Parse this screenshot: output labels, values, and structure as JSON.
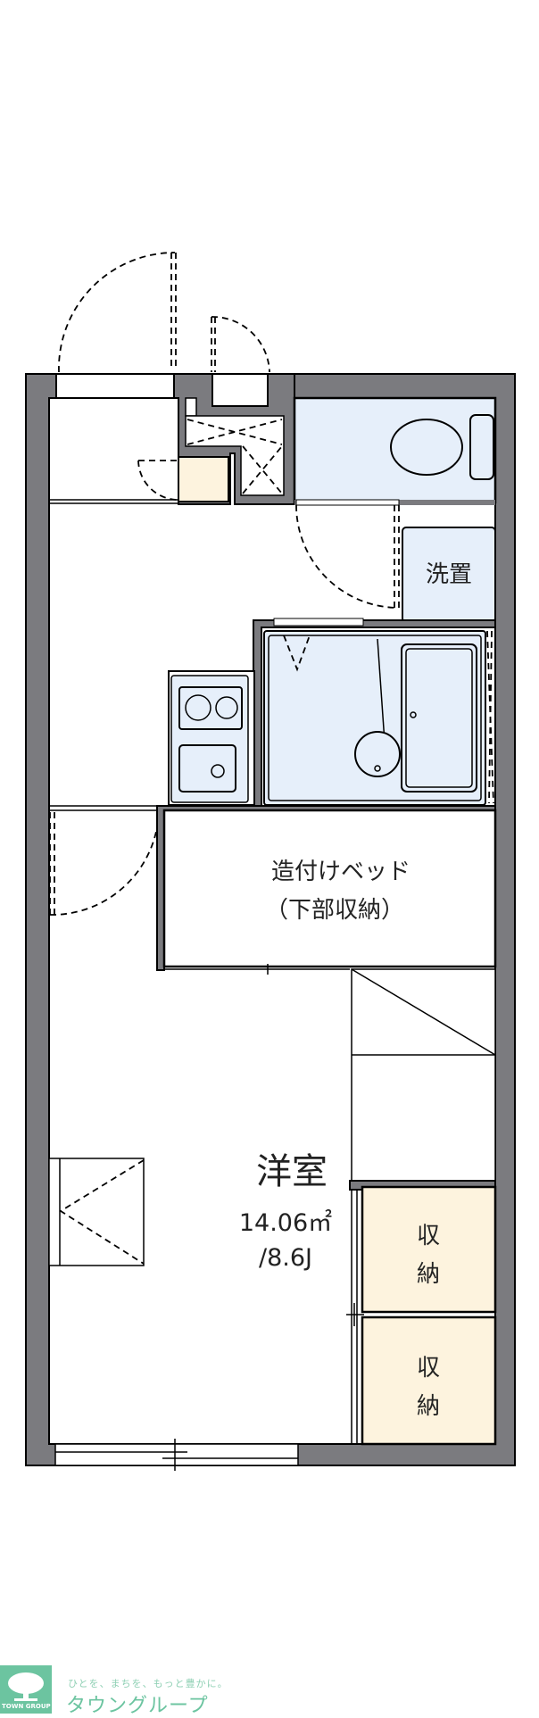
{
  "rooms": {
    "western_room": {
      "name": "洋室",
      "area": "14.06㎡",
      "jo": "/8.6J"
    },
    "washer": "洗置",
    "built_in_bed": {
      "line1": "造付けベッド",
      "line2": "（下部収納）"
    },
    "storage_1": {
      "line1": "収",
      "line2": "納"
    },
    "storage_2": {
      "line1": "収",
      "line2": "納"
    }
  },
  "logo": {
    "tagline": "ひとを、まちを、もっと豊かに。",
    "brand": "タウングループ",
    "brand_en": "TOWN GROUP"
  },
  "colors": {
    "wall": "#7b7b7f",
    "wet_area": "#e6effa",
    "storage": "#fdf3de",
    "brand": "#6cc4a0"
  }
}
